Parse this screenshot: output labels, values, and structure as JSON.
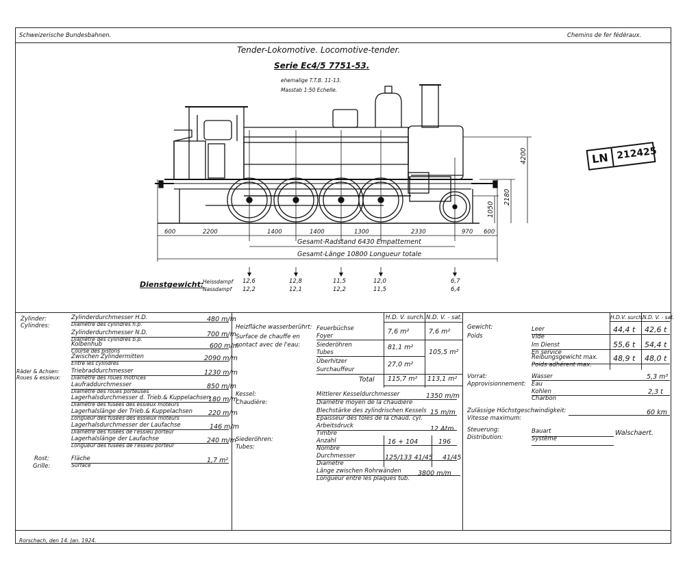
{
  "header": {
    "left": "Schweizerische Bundesbahnen.",
    "right": "Chemins de fer fédéraux.",
    "title": "Tender-Lokomotive. Locomotive-tender.",
    "series": "Serie Ec4/5 7751-53.",
    "former": "ehemalige T.T.B. 11-13.",
    "scale": "Masstab 1:50 Echelle."
  },
  "stamp": {
    "prefix": "LN",
    "number": "212425"
  },
  "dims": {
    "heights": [
      "4200",
      "2180",
      "1050"
    ],
    "segments": [
      "600",
      "2200",
      "1400",
      "1400",
      "1300",
      "2330",
      "970",
      "600"
    ],
    "wheelbase": "Gesamt-Radstand 6430 Empattement",
    "length": "Gesamt-Länge 10800 Longueur totale"
  },
  "service_weight": {
    "label": "Dienstgewicht:",
    "rows": [
      {
        "label": "Heissdampf",
        "values": [
          "12,6",
          "12,8",
          "11,5",
          "12,0",
          "6,7"
        ]
      },
      {
        "label": "Nassdampf",
        "values": [
          "12,2",
          "12,1",
          "12,2",
          "11,5",
          "6,4"
        ]
      }
    ]
  },
  "left_col": {
    "groups": [
      {
        "de": "Zylinder:",
        "fr": "Cylindres:"
      },
      {
        "de": "Räder & Achsen:",
        "fr": "Roues & essieux:"
      },
      {
        "de": "Rost:",
        "fr": "Grille:"
      }
    ],
    "rows": [
      {
        "de": "Zylinderdurchmesser H.D.",
        "fr": "Diamètre des cylindres h.p.",
        "val": "480 m/m"
      },
      {
        "de": "Zylinderdurchmesser N.D.",
        "fr": "Diamètre des cylindres b.p.",
        "val": "700 m/m"
      },
      {
        "de": "Kolbenhub",
        "fr": "Course des pistons",
        "val": "600 m/m"
      },
      {
        "de": "Zwischen Zylindermitten",
        "fr": "Entre les cylindres",
        "val": "2090 m/m"
      },
      {
        "de": "Triebraddurchmesser",
        "fr": "Diamètre des roues motrices",
        "val": "1230 m/m"
      },
      {
        "de": "Laufraddurchmesser",
        "fr": "Diamètre des roues porteuses",
        "val": "850 m/m"
      },
      {
        "de": "Lagerhalsdurchmesser d. Trieb.& Kuppelachsen",
        "fr": "Diamètre des fusées des essieux moteurs",
        "val": "180 m/m"
      },
      {
        "de": "Lagerhalslänge der Trieb.& Kuppelachsen",
        "fr": "Longueur des fusées des essieux moteurs",
        "val": "220 m/m"
      },
      {
        "de": "Lagerhalsdurchmesser der Laufachse",
        "fr": "Diamètre des fusées de l'essieu porteur",
        "val": "146 m/m"
      },
      {
        "de": "Lagerhalslänge der Laufachse",
        "fr": "Longueur des fusées de l'essieu porteur",
        "val": "240 m/m"
      },
      {
        "de": "Fläche",
        "fr": "Surface",
        "val": "1,7 m²"
      }
    ]
  },
  "heating": {
    "de": "Heizfläche wasserberührt:",
    "fr": "Surface de chauffe en contact avec de l'eau:",
    "col_hd": "H.D. V. surch.",
    "col_nd": "N.D. V. - sat.",
    "rows": [
      {
        "de": "Feuerbüchse",
        "fr": "Foyer",
        "hd": "7,6 m²",
        "nd": "7,6 m²"
      },
      {
        "de": "Siederöhren",
        "fr": "Tubes",
        "hd": "81,1 m²",
        "nd": "105,5 m²"
      },
      {
        "de": "Überhitzer",
        "fr": "Surchauffeur",
        "hd": "27,0 m²",
        "nd": ""
      }
    ],
    "total_label": "Total",
    "total_hd": "115,7 m²",
    "total_nd": "113,1 m²"
  },
  "boiler": {
    "de": "Kessel:",
    "fr": "Chaudière:",
    "rows": [
      {
        "de": "Mittlerer Kesseldurchmesser",
        "fr": "Diamètre moyen de la chaudière",
        "val": "1350 m/m"
      },
      {
        "de": "Blechstärke des zylindrischen Kessels",
        "fr": "Epaisseur des tôles de la chaud. cyl.",
        "val": "15 m/m"
      },
      {
        "de": "Arbeitsdruck",
        "fr": "Timbre",
        "val": "12 Atm."
      }
    ]
  },
  "tubes": {
    "de": "Siederöhren:",
    "fr": "Tubes:",
    "count_de": "Anzahl",
    "count_fr": "Nombre",
    "count_hd": "16 + 104",
    "count_nd": "196",
    "dia_de": "Durchmesser",
    "dia_fr": "Diamètre",
    "dia_hd": "125/133  41/45",
    "dia_nd": "41/45",
    "len_de": "Länge zwischen Rohrwänden",
    "len_fr": "Longueur entre les plaques tub.",
    "len_val": "3800 m/m"
  },
  "weight": {
    "de": "Gewicht:",
    "fr": "Poids",
    "col_hd": "H.D.V. surch.",
    "col_nd": "N.D. V. - sat.",
    "rows": [
      {
        "de": "Leer",
        "fr": "Vide",
        "hd": "44,4 t",
        "nd": "42,6 t"
      },
      {
        "de": "Im Dienst",
        "fr": "En service",
        "hd": "55,6 t",
        "nd": "54,4 t"
      },
      {
        "de": "Reibungsgewicht max.",
        "fr": "Poids adhérent max.",
        "hd": "48,9 t",
        "nd": "48,0 t"
      }
    ]
  },
  "supply": {
    "de": "Vorrat:",
    "fr": "Approvisionnement:",
    "water_de": "Wasser",
    "water_fr": "Eau",
    "water_val": "5,3 m³",
    "coal_de": "Kohlen",
    "coal_fr": "Charbon",
    "coal_val": "2,3 t"
  },
  "speed": {
    "de": "Zulässige Höchstgeschwindigkeit:",
    "fr": "Vitesse maximum:",
    "val": "60 km"
  },
  "gear": {
    "de": "Steuerung:",
    "fr": "Distribution:",
    "type_de": "Bauart",
    "type_fr": "Système",
    "val": "Walschaert."
  },
  "footer": {
    "place_date": "Rorschach, den 14. Jan. 1924."
  }
}
